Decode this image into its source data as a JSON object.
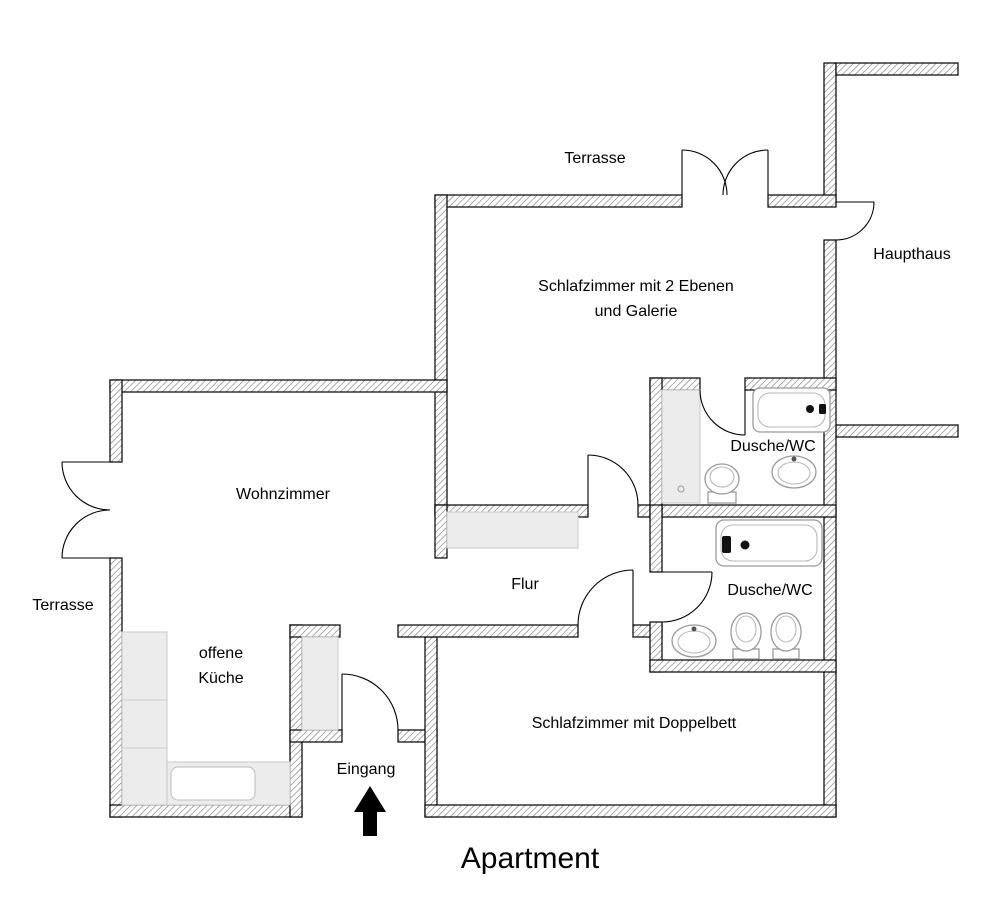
{
  "title": "Apartment",
  "labels": {
    "terrace_top": "Terrasse",
    "terrace_left": "Terrasse",
    "main_house": "Haupthaus",
    "bedroom_gallery_line1": "Schlafzimmer mit 2 Ebenen",
    "bedroom_gallery_line2": "und Galerie",
    "shower_wc_upper": "Dusche/WC",
    "shower_wc_lower": "Dusche/WC",
    "living_room": "Wohnzimmer",
    "hallway": "Flur",
    "kitchen_line1": "offene",
    "kitchen_line2": "Küche",
    "entrance": "Eingang",
    "bedroom_double": "Schlafzimmer mit Doppelbett"
  },
  "colors": {
    "background": "#ffffff",
    "wall_hatch": "#757575",
    "wall_outline": "#000000",
    "area_fill": "#ececec",
    "fixture_stroke": "#9a9a9a",
    "arrow": "#000000"
  }
}
